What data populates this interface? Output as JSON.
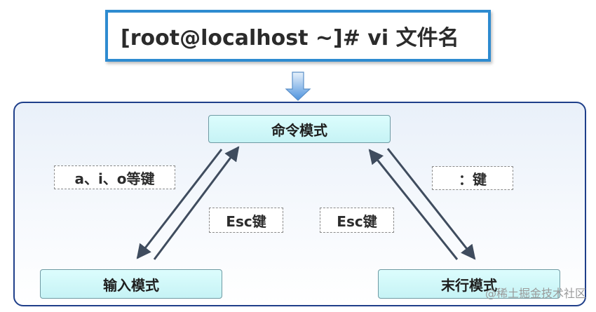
{
  "command": "[root@localhost ~]# vi 文件名",
  "modes": {
    "command": "命令模式",
    "insert": "输入模式",
    "lastline": "末行模式"
  },
  "labels": {
    "to_insert": "a、i、o等键",
    "esc_left": "Esc键",
    "esc_right": "Esc键",
    "to_lastline": "：键"
  },
  "watermark": "@稀土掘金技术社区",
  "colors": {
    "cmd_border": "#2e8bd0",
    "panel_border": "#1f3f8a",
    "mode_fill": "#c6f3f5",
    "arrow": "#3f4c5e",
    "down_arrow": "#4d93de"
  }
}
